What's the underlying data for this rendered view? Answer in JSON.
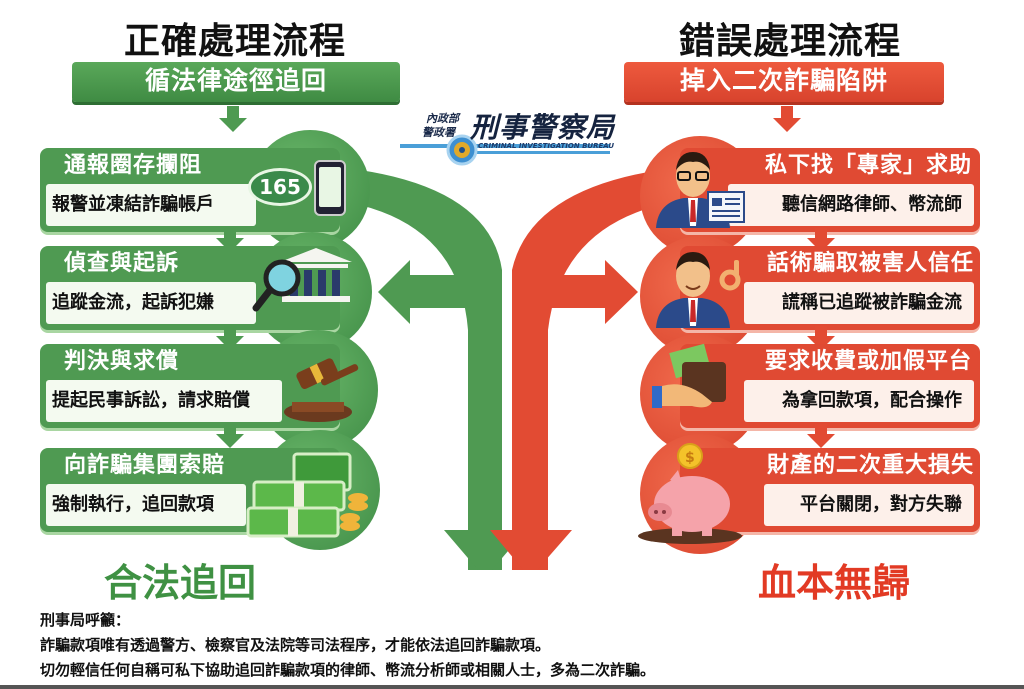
{
  "left": {
    "title": "正確處理流程",
    "banner": "循法律途徑追回",
    "color": "#4f9a52",
    "steps": [
      {
        "heading": "通報圈存攔阻",
        "detail": "報警並凍結詐騙帳戶",
        "icon": "165-phone-icon",
        "badge": "165"
      },
      {
        "heading": "偵查與起訴",
        "detail": "追蹤金流，起訴犯嫌",
        "icon": "magnifier-bank-icon"
      },
      {
        "heading": "判決與求償",
        "detail": "提起民事訴訟，請求賠償",
        "icon": "gavel-icon"
      },
      {
        "heading": "向詐騙集團索賠",
        "detail": "強制執行，追回款項",
        "icon": "money-stack-icon"
      }
    ],
    "result": "合法追回"
  },
  "right": {
    "title": "錯誤處理流程",
    "banner": "掉入二次詐騙陷阱",
    "color": "#e04a33",
    "steps": [
      {
        "heading": "私下找「專家」求助",
        "detail": "聽信網路律師、幣流師",
        "icon": "fake-expert-icon"
      },
      {
        "heading": "話術騙取被害人信任",
        "detail": "謊稱已追蹤被詐騙金流",
        "icon": "ok-hand-man-icon"
      },
      {
        "heading": "要求收費或加假平台",
        "detail": "為拿回款項，配合操作",
        "icon": "hand-wallet-icon"
      },
      {
        "heading": "財產的二次重大損失",
        "detail": "平台關閉，對方失聯",
        "icon": "piggy-bank-icon"
      }
    ],
    "result": "血本無歸"
  },
  "logo": {
    "line1": "內政部",
    "line2": "警政署",
    "name": "刑事警察局",
    "english": "CRIMINAL INVESTIGATION BUREAU"
  },
  "notice": {
    "heading": "刑事局呼籲：",
    "lines": [
      "詐騙款項唯有透過警方、檢察官及法院等司法程序，才能依法追回詐騙款項。",
      "切勿輕信任何自稱可私下協助追回詐騙款項的律師、幣流分析師或相關人士，多為二次詐騙。"
    ]
  }
}
